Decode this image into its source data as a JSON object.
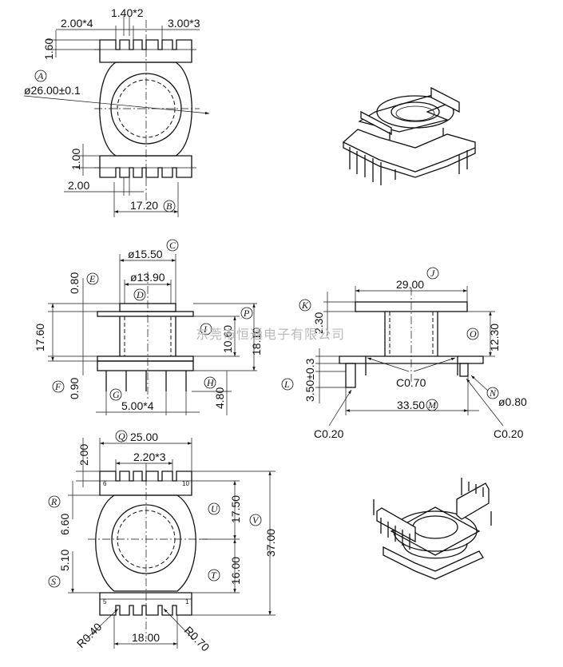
{
  "drawing": {
    "top_view": {
      "dims": {
        "left_pitch": "2.00*4",
        "mid_pitch": "1.40*2",
        "right_pitch": "3.00*3",
        "height_top": "1.60",
        "diameter": "ø26.00±0.1",
        "height_bottom": "1.00",
        "width_pin": "2.00",
        "width_b": "17.20"
      },
      "labels": {
        "A": "A",
        "B": "B"
      }
    },
    "side_view": {
      "dims": {
        "c_dia": "ø15.50",
        "d_dia": "ø13.90",
        "e_height": "0.80",
        "total_height": "17.60",
        "f_height": "0.90",
        "p_height": "18.10",
        "i_height": "10.60",
        "h_height": "4.80",
        "pin_pitch": "5.00*4"
      },
      "labels": {
        "C": "C",
        "D": "D",
        "E": "E",
        "F": "F",
        "G": "G",
        "H": "H",
        "I": "I",
        "P": "P"
      }
    },
    "front_view": {
      "dims": {
        "j_width": "29.00",
        "k_height": "2.30",
        "o_height": "12.30",
        "l_dim": "0.3",
        "l_height": "3.50±0.3",
        "chamfer_mid": "C0.70",
        "m_width": "33.50",
        "n_dia": "ø0.80",
        "chamfer_left": "C0.20",
        "chamfer_right": "C0.20"
      },
      "labels": {
        "J": "J",
        "K": "K",
        "L": "L",
        "M": "M",
        "N": "N",
        "O": "O"
      }
    },
    "bottom_view": {
      "dims": {
        "q_width": "25.00",
        "pitch": "2.20*3",
        "h_top": "2.00",
        "r_height": "6.60",
        "s_height": "5.10",
        "u_height": "17.50",
        "t_height": "16.00",
        "v_height": "37.00",
        "w_width": "18.00",
        "r_left": "R0.40",
        "r_right": "R0.70"
      },
      "pin_numbers": {
        "p6": "6",
        "p10": "10",
        "p5": "5",
        "p1": "1"
      },
      "labels": {
        "Q": "Q",
        "R": "R",
        "S": "S",
        "T": "T",
        "U": "U",
        "V": "V"
      }
    },
    "watermark": "东莞市恒通电子有限公司"
  }
}
